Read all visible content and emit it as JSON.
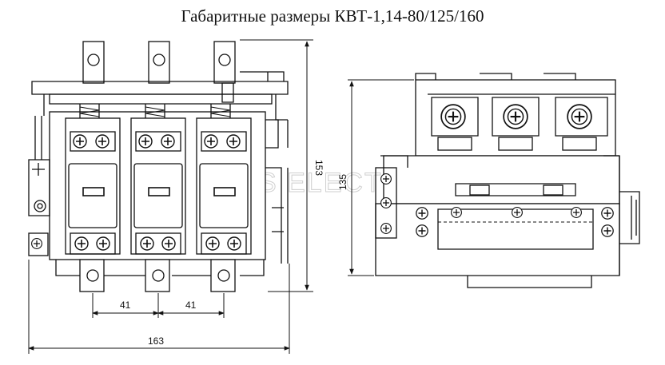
{
  "title": "Габаритные размеры КВТ-1,14-80/125/160",
  "front_view": {
    "dim_pole_spacing_1": "41",
    "dim_pole_spacing_2": "41",
    "dim_width": "163",
    "dim_height": "153"
  },
  "side_view": {
    "dim_height": "135"
  },
  "watermark": "ROS ELECTRIC"
}
